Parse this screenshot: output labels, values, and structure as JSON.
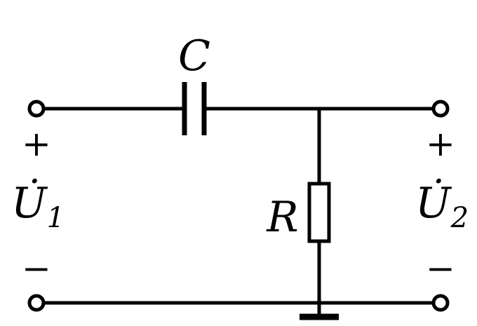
{
  "circuit": {
    "capacitor_label": "C",
    "resistor_label": "R",
    "input": {
      "plus": "+",
      "voltage": "U̇",
      "subscript": "1",
      "minus": "−"
    },
    "output": {
      "plus": "+",
      "voltage": "U̇",
      "subscript": "2",
      "minus": "−"
    }
  },
  "colors": {
    "stroke": "#000000",
    "background": "#ffffff"
  }
}
